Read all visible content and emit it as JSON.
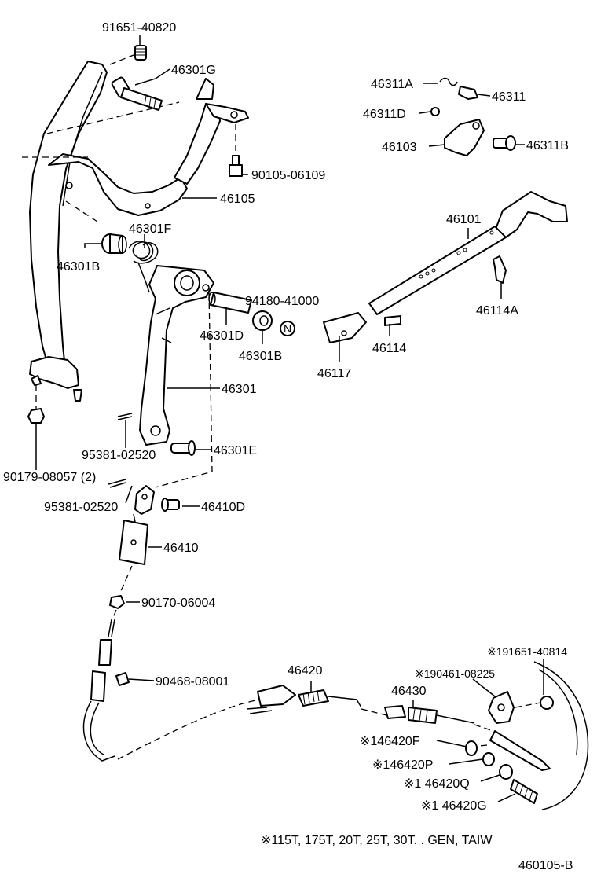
{
  "labels": {
    "p91651_40820": "91651-40820",
    "p46301G": "46301G",
    "p90105_06109": "90105-06109",
    "p46105": "46105",
    "p46301F": "46301F",
    "p46301B_a": "46301B",
    "p94180_41000": "94180-41000",
    "p46301D": "46301D",
    "p46301B_b": "46301B",
    "p46301": "46301",
    "p95381_02520_a": "95381-02520",
    "p46301E": "46301E",
    "p90179_08057": "90179-08057 (2)",
    "p95381_02520_b": "95381-02520",
    "p46410D": "46410D",
    "p46410": "46410",
    "p90170_06004": "90170-06004",
    "p90468_08001": "90468-08001",
    "p46420": "46420",
    "p46430": "46430",
    "p46311A": "46311A",
    "p46311": "46311",
    "p46311D": "46311D",
    "p46103": "46103",
    "p46311B": "46311B",
    "p46101": "46101",
    "p46114A": "46114A",
    "p46114": "46114",
    "p46117": "46117",
    "p91651_40814": "※191651-40814",
    "p90461_08225": "※190461-08225",
    "p46420F": "※146420F",
    "p46420P": "※146420P",
    "p46420Q": "※1 46420Q",
    "p46420G": "※1 46420G",
    "nut_mark": "N"
  },
  "footnote": "※115T, 175T, 20T, 25T, 30T. . GEN, TAIW",
  "diagram_code": "460105-B"
}
